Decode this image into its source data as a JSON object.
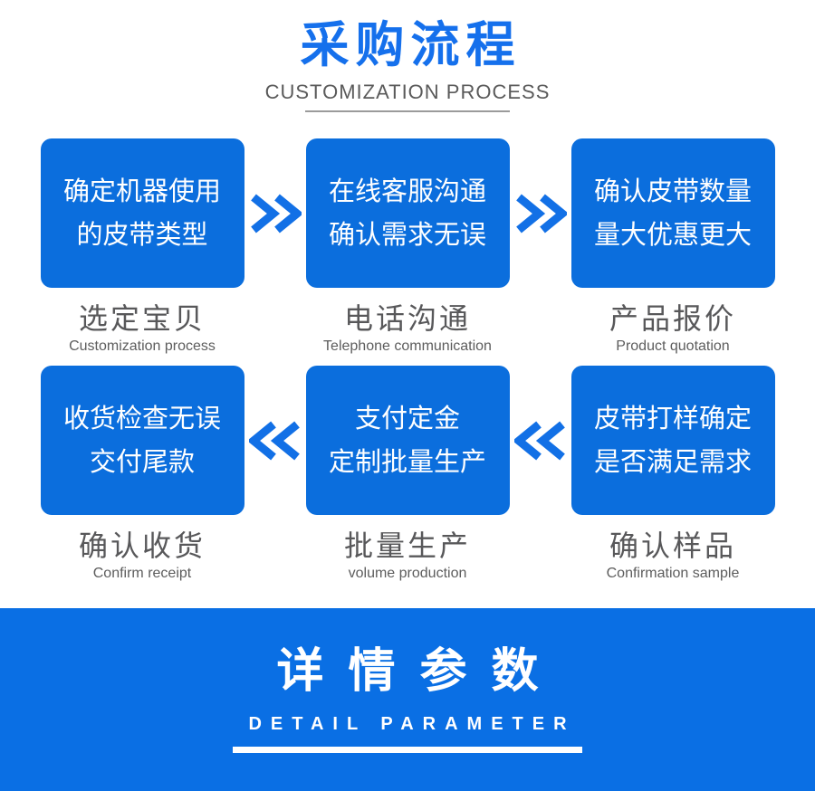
{
  "header": {
    "title": "采购流程",
    "subtitle": "CUSTOMIZATION PROCESS"
  },
  "flow": {
    "rows": [
      {
        "direction": "right",
        "steps": [
          {
            "box_line1": "确定机器使用",
            "box_line2": "的皮带类型",
            "label_cn": "选定宝贝",
            "label_en": "Customization process"
          },
          {
            "box_line1": "在线客服沟通",
            "box_line2": "确认需求无误",
            "label_cn": "电话沟通",
            "label_en": "Telephone communication"
          },
          {
            "box_line1": "确认皮带数量",
            "box_line2": "量大优惠更大",
            "label_cn": "产品报价",
            "label_en": "Product quotation"
          }
        ]
      },
      {
        "direction": "left",
        "steps": [
          {
            "box_line1": "收货检查无误",
            "box_line2": "交付尾款",
            "label_cn": "确认收货",
            "label_en": "Confirm receipt"
          },
          {
            "box_line1": "支付定金",
            "box_line2": "定制批量生产",
            "label_cn": "批量生产",
            "label_en": "volume production"
          },
          {
            "box_line1": "皮带打样确定",
            "box_line2": "是否满足需求",
            "label_cn": "确认样品",
            "label_en": "Confirmation sample"
          }
        ]
      }
    ]
  },
  "banner": {
    "title": "详情参数",
    "subtitle": "DETAIL PARAMETER"
  },
  "icons": {
    "forward": "double-chevron-right",
    "backward": "double-chevron-left"
  },
  "colors": {
    "box_blue": "#0b6edd",
    "title_blue": "#1570ec",
    "banner_blue": "#0a6fe4",
    "arrow_blue": "#1270e6",
    "label_gray": "#58585a",
    "underline_gray": "#9b9b9b"
  }
}
